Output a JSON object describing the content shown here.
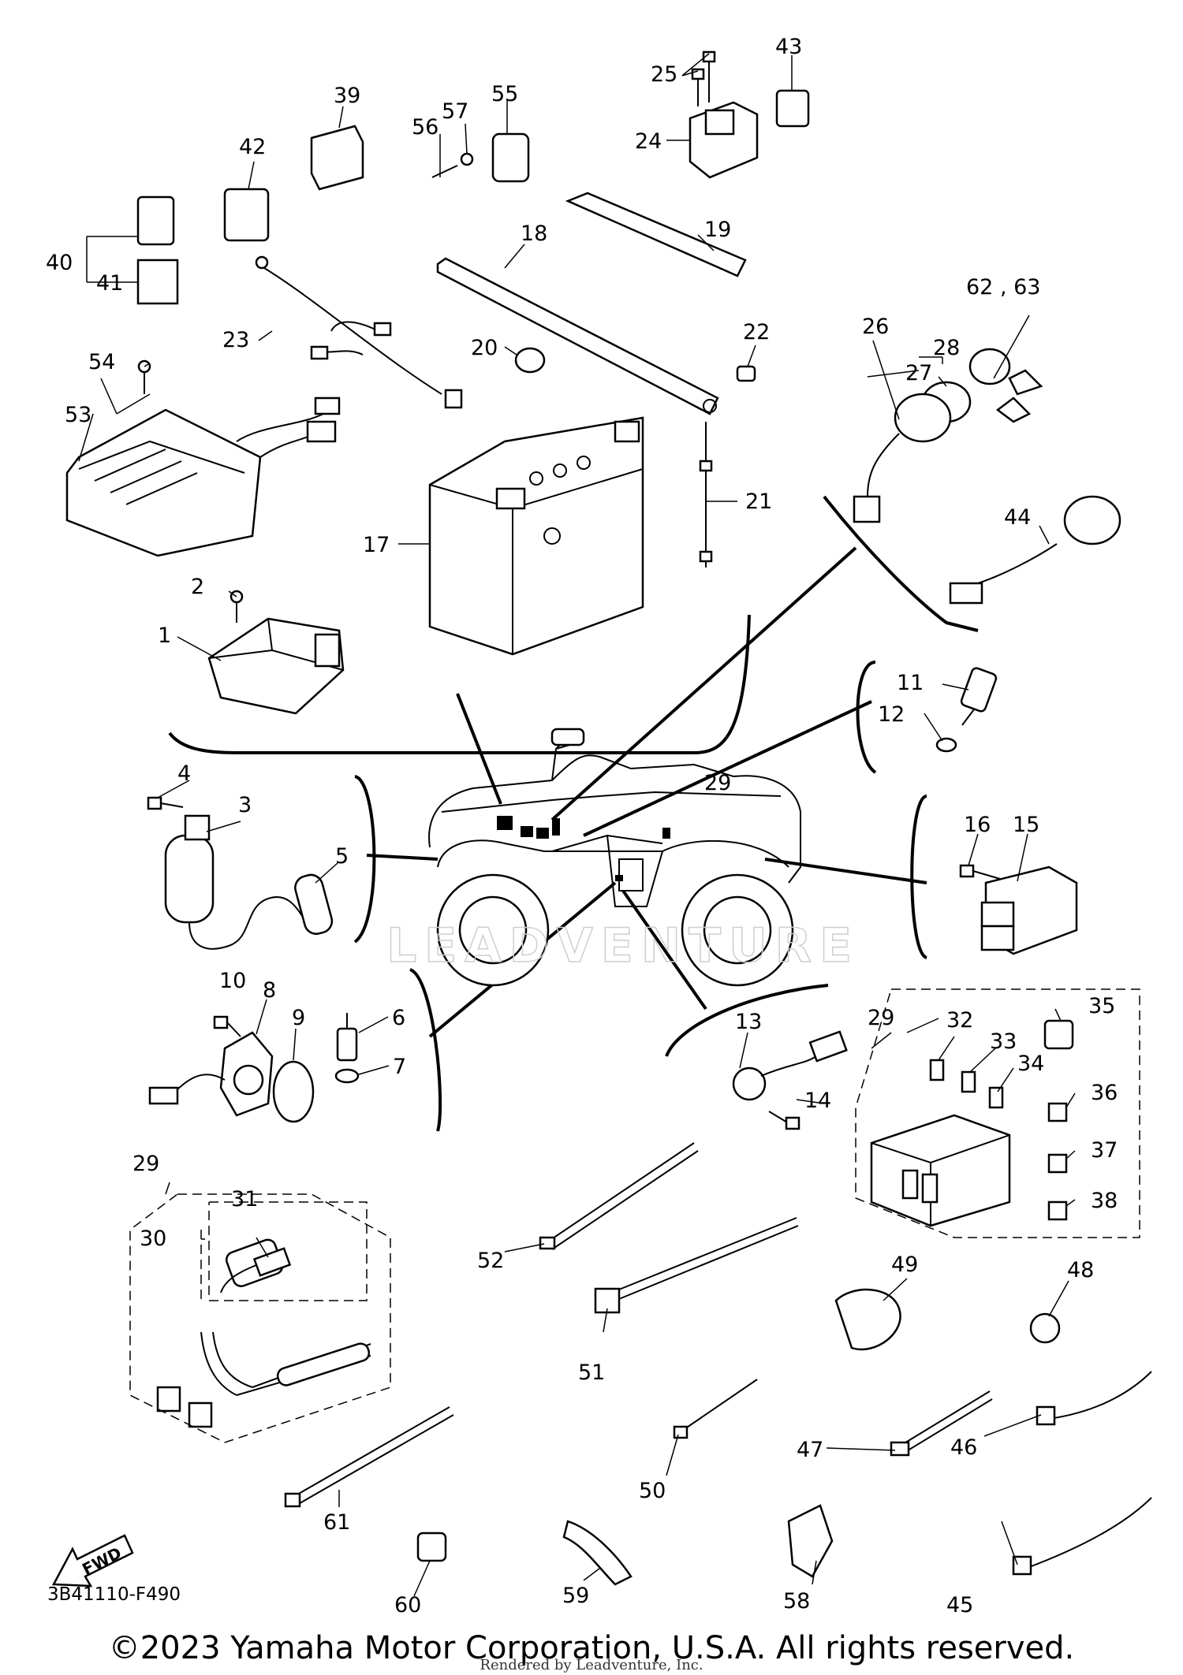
{
  "diagram_code": "3B41110-F490",
  "fwd_label": "FWD",
  "watermark": "LEADVENTURE",
  "copyright": "©2023 Yamaha Motor Corporation, U.S.A. All rights reserved.",
  "rendered_by": "Rendered by Leadventure, Inc.",
  "callouts": [
    "1",
    "2",
    "3",
    "4",
    "5",
    "6",
    "7",
    "8",
    "9",
    "10",
    "11",
    "12",
    "13",
    "14",
    "15",
    "16",
    "17",
    "18",
    "19",
    "20",
    "21",
    "22",
    "23",
    "24",
    "25",
    "26",
    "27",
    "28",
    "29",
    "29",
    "29",
    "30",
    "31",
    "32",
    "33",
    "34",
    "35",
    "36",
    "37",
    "38",
    "39",
    "40",
    "41",
    "42",
    "43",
    "44",
    "45",
    "46",
    "47",
    "48",
    "49",
    "50",
    "51",
    "52",
    "53",
    "54",
    "55",
    "56",
    "57",
    "58",
    "59",
    "60",
    "61",
    "62 , 63"
  ]
}
